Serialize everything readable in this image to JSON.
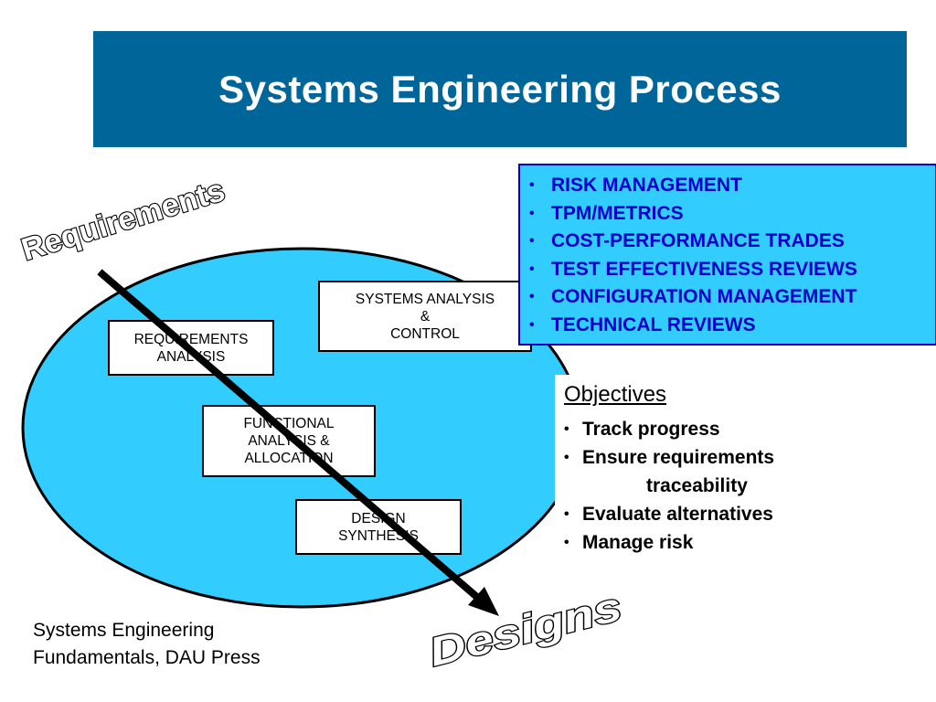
{
  "title": "Systems Engineering Process",
  "diagram": {
    "input_label": "Requirements",
    "output_label": "Designs",
    "boxes": {
      "requirements_analysis": [
        "REQUIREMENTS",
        "ANALYSIS"
      ],
      "systems_analysis": [
        "SYSTEMS ANALYSIS",
        "&",
        "CONTROL"
      ],
      "functional_analysis": [
        "FUNCTIONAL",
        "ANALYSIS &",
        "ALLOCATION"
      ],
      "design_synthesis": [
        "DESIGN",
        "SYNTHESIS"
      ]
    }
  },
  "control_activities": [
    "RISK MANAGEMENT",
    "TPM/METRICS",
    "COST-PERFORMANCE TRADES",
    "TEST EFFECTIVENESS REVIEWS",
    "CONFIGURATION MANAGEMENT",
    "TECHNICAL REVIEWS"
  ],
  "objectives": {
    "heading": "Objectives",
    "items": [
      "Track progress",
      "Ensure requirements",
      "traceability",
      "Evaluate alternatives",
      "Manage risk"
    ]
  },
  "source": [
    "Systems Engineering",
    "Fundamentals, DAU Press"
  ],
  "colors": {
    "banner": "#006699",
    "ellipse": "#33CCFF",
    "panel": "#33CCFF",
    "panel_text": "#0000CC"
  },
  "bullet_glyph": "•"
}
